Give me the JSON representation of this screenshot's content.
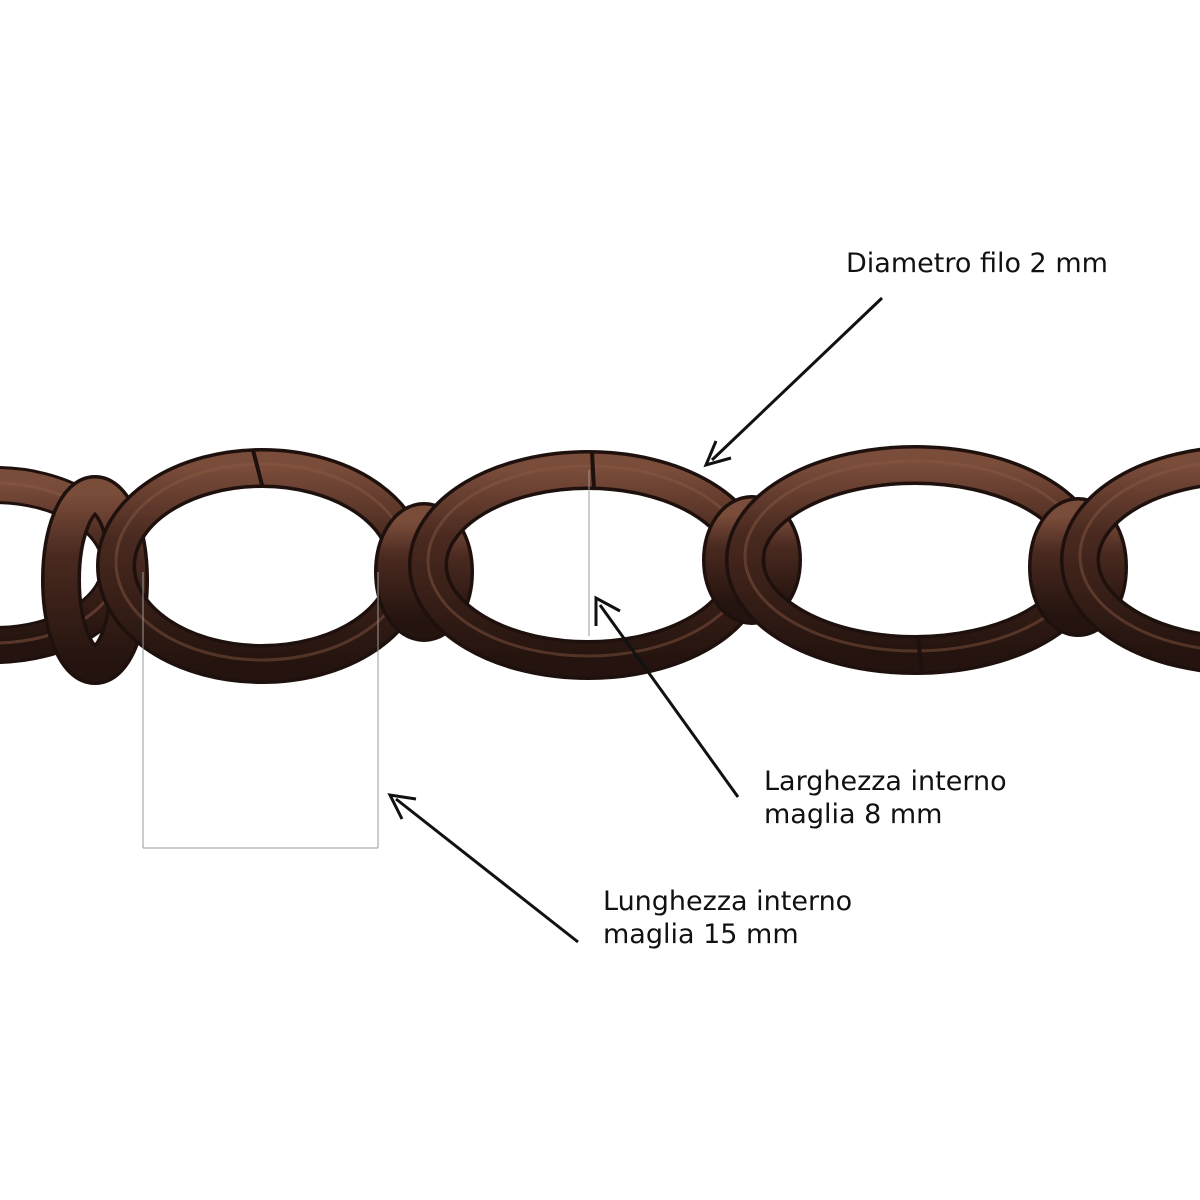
{
  "annotations": {
    "wire_diameter": {
      "line1": "Diametro filo 2 mm"
    },
    "inner_width": {
      "line1": "Larghezza interno",
      "line2": "maglia 8 mm"
    },
    "inner_length": {
      "line1": "Lunghezza interno",
      "line2": "maglia 15 mm"
    }
  },
  "colors": {
    "chain_base": "#3a211a",
    "chain_highlight": "#8a5a45",
    "chain_shadow": "#1e100c",
    "arrow": "#111111",
    "guide_line": "#9a9a9a",
    "background": "#ffffff"
  }
}
